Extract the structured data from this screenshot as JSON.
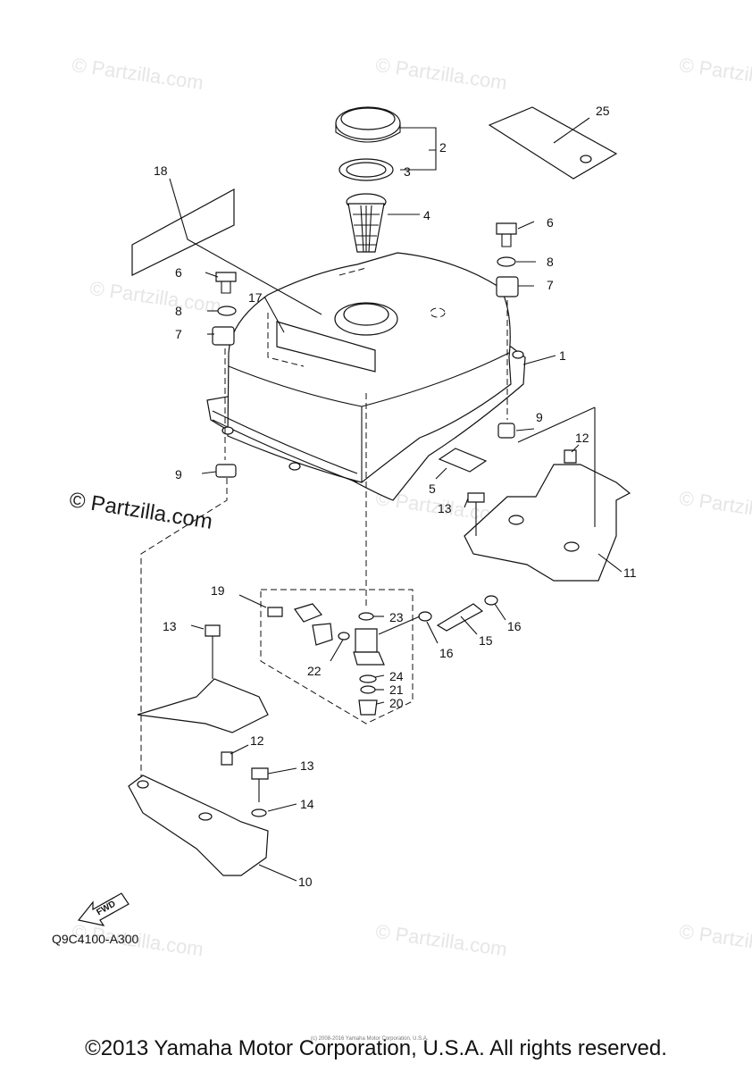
{
  "watermarks": [
    "© Partzilla.com",
    "© Partzilla.com",
    "© Partzilla.com",
    "© Partzilla.com",
    "© Partzilla.com",
    "© Partzilla.com",
    "© Partzilla.com",
    "© Partzilla.com",
    "© Partzilla.com"
  ],
  "watermark_strong": "© Partzilla.com",
  "diagram_code": "Q9C4100-A300",
  "fwd_label": "FWD",
  "copyright": "©2013 Yamaha Motor Corporation, U.S.A. All rights reserved.",
  "tiny_copyright": "(c) 2008-2016 Yamaha Motor Corporation, U.S.A.",
  "callouts": {
    "c1": "1",
    "c2": "2",
    "c3": "3",
    "c4": "4",
    "c5": "5",
    "c6a": "6",
    "c6b": "6",
    "c7a": "7",
    "c7b": "7",
    "c8a": "8",
    "c8b": "8",
    "c9a": "9",
    "c9b": "9",
    "c10": "10",
    "c11": "11",
    "c12a": "12",
    "c12b": "12",
    "c13a": "13",
    "c13b": "13",
    "c13c": "13",
    "c14": "14",
    "c15": "15",
    "c16a": "16",
    "c16b": "16",
    "c17": "17",
    "c18": "18",
    "c19": "19",
    "c20": "20",
    "c21": "21",
    "c22": "22",
    "c23": "23",
    "c24": "24",
    "c25": "25"
  }
}
